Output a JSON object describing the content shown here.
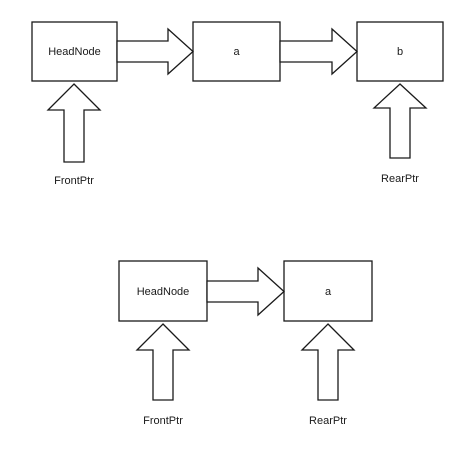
{
  "diagram": {
    "top_queue": {
      "nodes": [
        "HeadNode",
        "a",
        "b"
      ],
      "front_label": "FrontPtr",
      "rear_label": "RearPtr"
    },
    "bottom_queue": {
      "nodes": [
        "HeadNode",
        "a"
      ],
      "front_label": "FrontPtr",
      "rear_label": "RearPtr"
    }
  }
}
